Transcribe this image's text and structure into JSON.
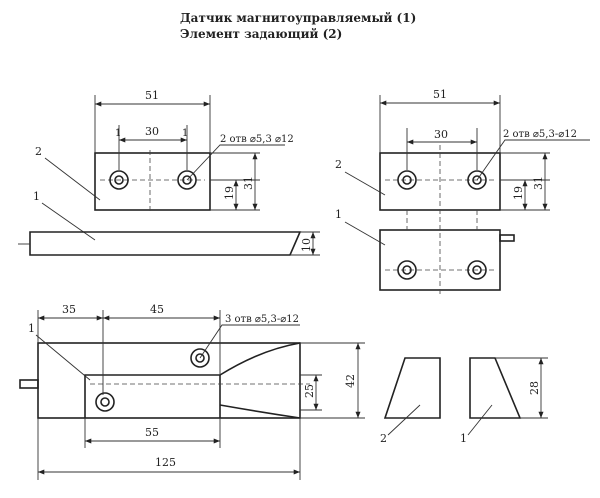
{
  "title": {
    "line1": "Датчик магнитоуправляемый (1)",
    "line2": "Элемент задающий (2)"
  },
  "view_a": {
    "dim_width": "51",
    "dim_holes": "30",
    "dim_19": "19",
    "dim_31": "31",
    "hole_note": "2 отв ⌀5,3 ⌀12",
    "label_2": "2",
    "label_1": "1",
    "tick_1a": "1",
    "tick_1b": "1",
    "dim_10": "10"
  },
  "view_b": {
    "dim_width": "51",
    "dim_holes": "30",
    "dim_19": "19",
    "dim_31": "31",
    "hole_note": "2 отв ⌀5,3-⌀12",
    "label_2": "2",
    "label_1": "1"
  },
  "view_c": {
    "dim_35": "35",
    "dim_45": "45",
    "dim_55": "55",
    "dim_125": "125",
    "dim_25": "25",
    "dim_42": "42",
    "hole_note": "3 отв ⌀5,3-⌀12",
    "label_1": "1"
  },
  "view_d": {
    "dim_28": "28",
    "label_2": "2",
    "label_1": "1"
  }
}
